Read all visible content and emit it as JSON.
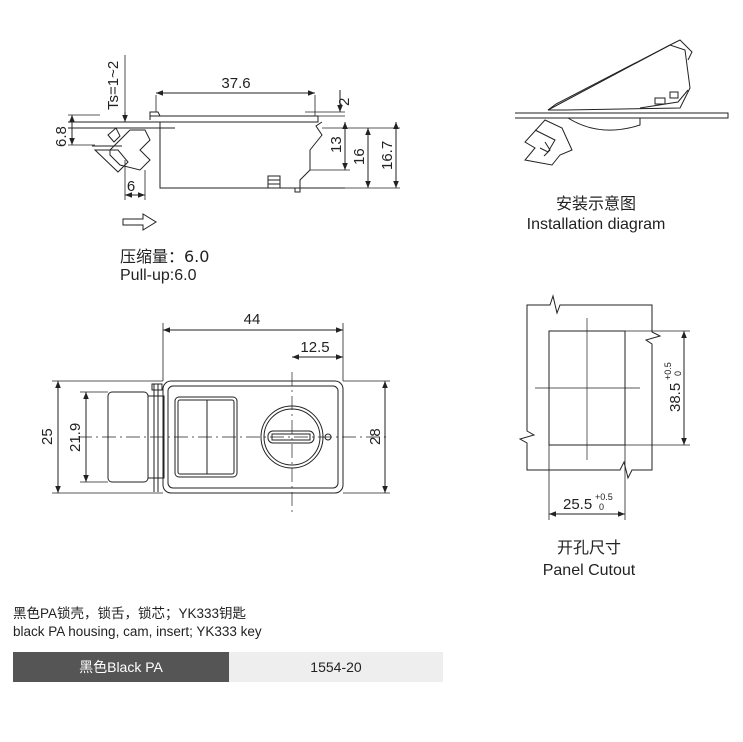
{
  "side_view": {
    "dim_width": "37.6",
    "dim_top": "2",
    "dim_thickness": "Ts=1~2",
    "dim_left_height": "6.8",
    "dim_h13": "13",
    "dim_h16": "16",
    "dim_h167": "16.7",
    "dim_6": "6",
    "pullup_zh": "压缩量：6.0",
    "pullup_en": "Pull-up:6.0"
  },
  "installation": {
    "title_zh": "安装示意图",
    "title_en": "Installation diagram"
  },
  "front_view": {
    "dim_44": "44",
    "dim_125": "12.5",
    "dim_25": "25",
    "dim_219": "21.9",
    "dim_28": "28"
  },
  "cutout": {
    "dim_h": "38.5",
    "dim_h_tol_up": "+0.5",
    "dim_h_tol_dn": "0",
    "dim_w": "25.5",
    "dim_w_tol_up": "+0.5",
    "dim_w_tol_dn": "0",
    "title_zh": "开孔尺寸",
    "title_en": "Panel Cutout"
  },
  "notes": {
    "line_zh": "黑色PA锁壳，锁舌，锁芯；YK333钥匙",
    "line_en": "black PA housing, cam, insert; YK333 key"
  },
  "table": {
    "color_label": "黑色Black PA",
    "part_number": "1554-20"
  }
}
